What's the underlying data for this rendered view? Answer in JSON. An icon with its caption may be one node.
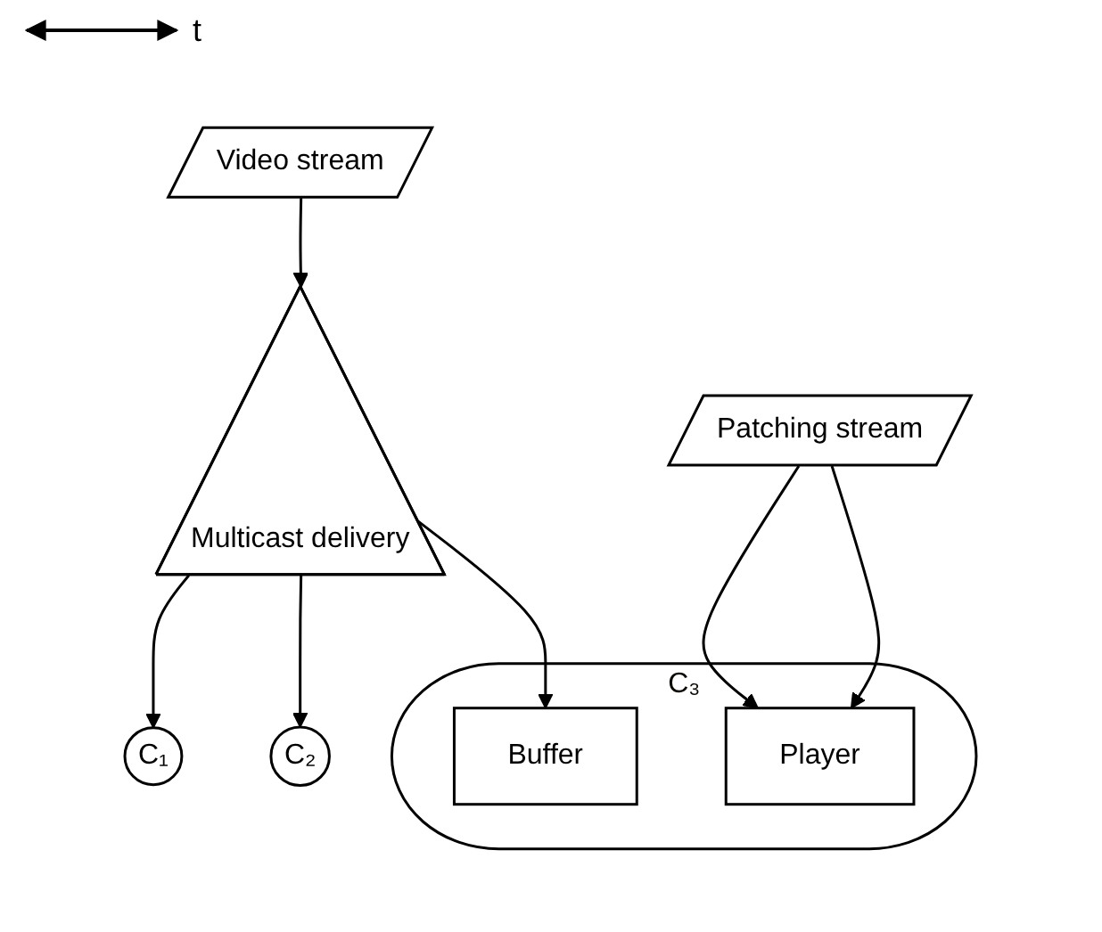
{
  "diagram": {
    "nodes": [
      {
        "text": [
          "Video stream"
        ]
      },
      {
        "text": [
          "Multicast delivery"
        ]
      },
      {
        "text": [
          "C₁"
        ]
      },
      {
        "text": [
          "C₂"
        ]
      },
      {
        "text": [
          "C₃"
        ]
      },
      {
        "text": [
          "Buffer"
        ],
        "in": 4
      },
      {
        "text": [
          "Player"
        ],
        "in": 4
      },
      {
        "text": [
          "Patching stream"
        ]
      }
    ],
    "edges": [
      {
        "from": 0,
        "to": 1,
        "arrow": "to"
      },
      {
        "from": 1,
        "to": 2,
        "arrow": "to"
      },
      {
        "from": 1,
        "to": 3,
        "arrow": "to"
      },
      {
        "from": 1,
        "to": 5,
        "arrow": "to"
      },
      {
        "from": 7,
        "to": 6,
        "arrow": "to"
      },
      {
        "from": 7,
        "to": 6,
        "arrow": "to"
      }
    ],
    "labels": [
      "t"
    ]
  }
}
